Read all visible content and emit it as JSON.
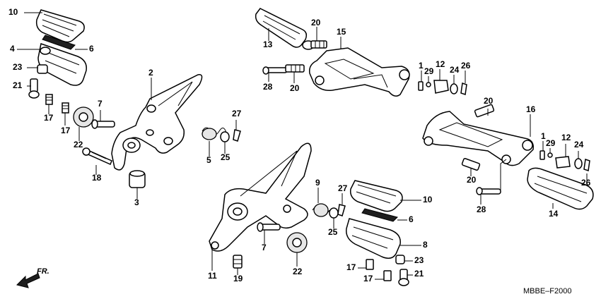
{
  "diagram_code": "MBBE–F2000",
  "direction_label": "FR.",
  "callouts": {
    "c1": "1",
    "c2": "2",
    "c3": "3",
    "c4": "4",
    "c5": "5",
    "c6": "6",
    "c7": "7",
    "c8": "8",
    "c9": "9",
    "c10": "10",
    "c11": "11",
    "c12": "12",
    "c13": "13",
    "c14": "14",
    "c15": "15",
    "c16": "16",
    "c17": "17",
    "c18": "18",
    "c19": "19",
    "c20": "20",
    "c21": "21",
    "c22": "22",
    "c23": "23",
    "c24": "24",
    "c25": "25",
    "c26": "26",
    "c27": "27",
    "c28": "28",
    "c29": "29"
  }
}
